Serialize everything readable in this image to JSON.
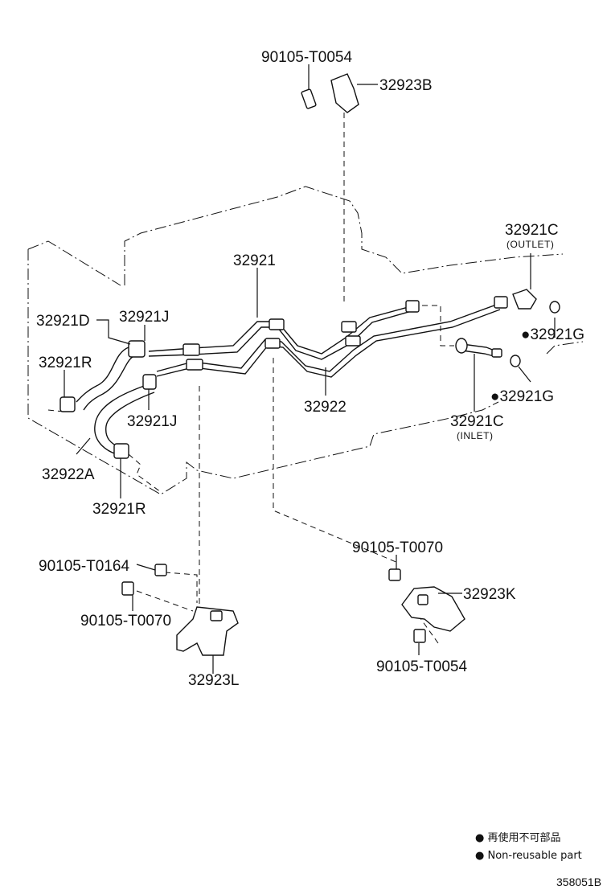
{
  "labels": {
    "bolt_top": "90105-T0054",
    "clamp_top": "32923B",
    "outlet_pipe": "32921C",
    "outlet_sub": "(OUTLET)",
    "tube_main": "32921",
    "hose_d": "32921D",
    "clip_j_top": "32921J",
    "clip_r_top": "32921R",
    "gasket_upper": "●32921G",
    "gasket_lower": "●32921G",
    "tube_return": "32922",
    "clip_j_bottom": "32921J",
    "inlet_pipe": "32921C",
    "inlet_sub": "(INLET)",
    "hose_a": "32922A",
    "clip_r_bottom": "32921R",
    "bolt_0164": "90105-T0164",
    "bolt_0070_left": "90105-T0070",
    "bracket_l": "32923L",
    "bolt_0070_right": "90105-T0070",
    "bracket_k": "32923K",
    "bolt_0054_right": "90105-T0054"
  },
  "legend": {
    "jp_text": "● 再使用不可部品",
    "en_text": "● Non-reusable part"
  },
  "reference": "358051B"
}
